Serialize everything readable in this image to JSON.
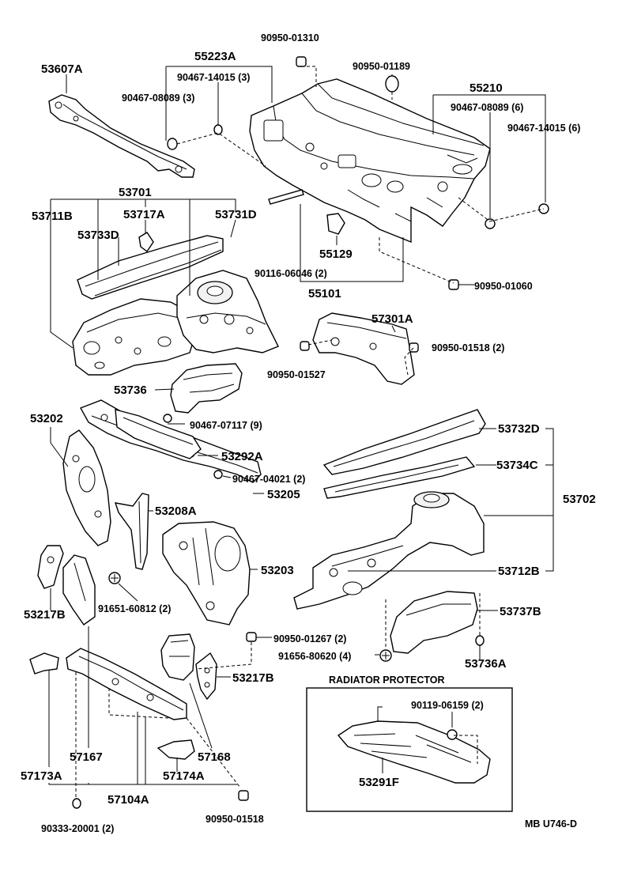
{
  "labels": {
    "l53607A": "53607A",
    "l55223A": "55223A",
    "l90950_01310": "90950-01310",
    "l90467_14015_3": "90467-14015 (3)",
    "l90467_08089_3": "90467-08089 (3)",
    "l90950_01189": "90950-01189",
    "l55210": "55210",
    "l90467_08089_6": "90467-08089 (6)",
    "l90467_14015_6": "90467-14015 (6)",
    "l53701": "53701",
    "l53711B": "53711B",
    "l53717A": "53717A",
    "l53731D": "53731D",
    "l53733D": "53733D",
    "l55129": "55129",
    "l90116_06046": "90116-06046 (2)",
    "l55101": "55101",
    "l90950_01060": "90950-01060",
    "l57301A": "57301A",
    "l90950_01518_2": "90950-01518 (2)",
    "l90950_01527": "90950-01527",
    "l53736": "53736",
    "l90467_07117": "90467-07117 (9)",
    "l53202": "53202",
    "l53292A": "53292A",
    "l90467_04021": "90467-04021 (2)",
    "l53205": "53205",
    "l53732D": "53732D",
    "l53734C": "53734C",
    "l53702": "53702",
    "l53208A": "53208A",
    "l53203": "53203",
    "l53712B": "53712B",
    "l53217B_left": "53217B",
    "l91651_60812": "91651-60812 (2)",
    "l90950_01267": "90950-01267 (2)",
    "l91656_80620": "91656-80620 (4)",
    "l53737B": "53737B",
    "l53736A": "53736A",
    "l53217B_right": "53217B",
    "l57167": "57167",
    "l57168": "57168",
    "l57173A": "57173A",
    "l57174A": "57174A",
    "l57104A": "57104A",
    "l90950_01518": "90950-01518",
    "l90333_20001": "90333-20001 (2)",
    "radiator_title": "RADIATOR PROTECTOR",
    "l90119_06159": "90119-06159 (2)",
    "l53291F": "53291F",
    "catalog_code": "MB U746-D"
  }
}
